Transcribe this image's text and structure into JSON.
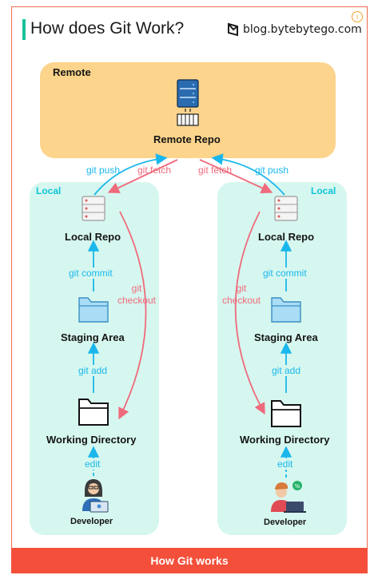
{
  "header": {
    "title": "How does Git Work?",
    "blog": "blog.bytebytego.com"
  },
  "remote": {
    "label": "Remote",
    "repo": "Remote Repo"
  },
  "commands": {
    "git_push": "git push",
    "git_fetch": "git fetch",
    "git_commit": "git commit",
    "git_add": "git add",
    "git_checkout_1": "git",
    "git_checkout_2": "checkout",
    "edit": "edit"
  },
  "local_left": {
    "label": "Local",
    "repo": "Local Repo",
    "staging": "Staging Area",
    "working": "Working Directory",
    "developer": "Developer"
  },
  "local_right": {
    "label": "Local",
    "repo": "Local Repo",
    "staging": "Staging Area",
    "working": "Working Directory",
    "developer": "Developer"
  },
  "caption": "How Git works",
  "colors": {
    "frame": "#f2694f",
    "remote_bg": "#fcd48c",
    "local_bg": "#d6f7ef",
    "blue_arrow": "#1ab7ec",
    "red_arrow": "#ef6a7c",
    "caption_bg": "#f34f3a"
  },
  "icons": {
    "logo": "bytebytego-logo-icon",
    "remote_server": "server-stack-icon",
    "local_server": "server-icon",
    "staging": "folder-filled-icon",
    "working": "folder-outline-icon",
    "developer_left": "developer-woman-icon",
    "developer_right": "developer-man-icon"
  }
}
